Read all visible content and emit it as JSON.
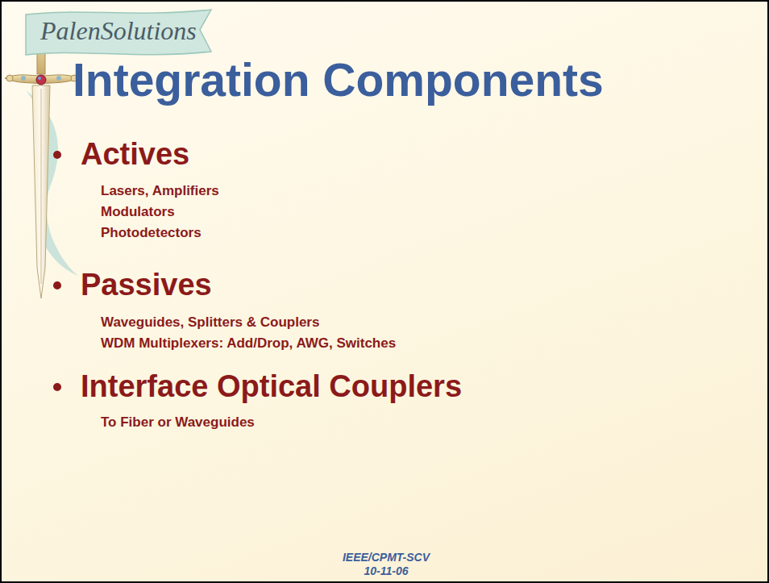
{
  "diagram": {
    "title": "Integration Components",
    "nodes": [
      {
        "text": [
          "PalenSolutions"
        ]
      }
    ],
    "labels": [
      "Actives",
      "Lasers, Amplifiers",
      "Modulators",
      "Photodetectors",
      "Passives",
      "Waveguides, Splitters & Couplers",
      "WDM Multiplexers: Add/Drop, AWG, Switches",
      "Interface Optical Couplers",
      "To Fiber or Waveguides",
      "IEEE/CPMT-SCV",
      "10-11-06"
    ]
  }
}
